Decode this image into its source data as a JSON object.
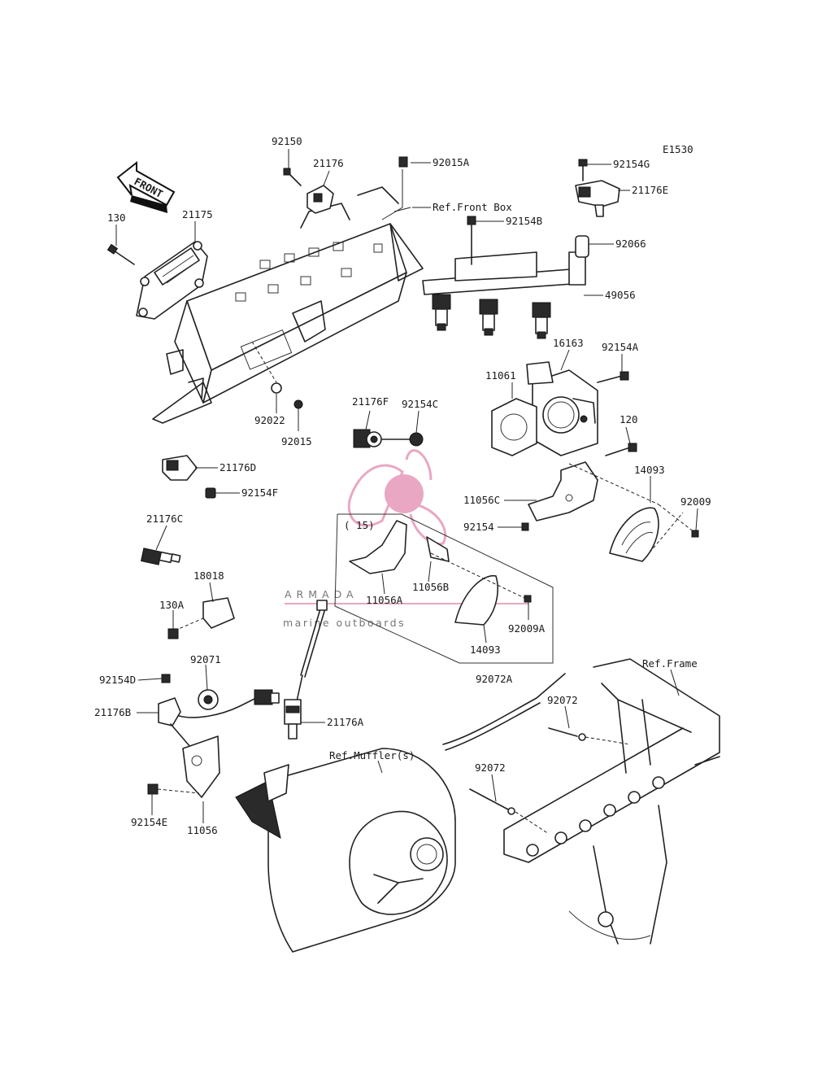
{
  "diagram_code": "E1530",
  "front_arrow_label": "FRONT",
  "watermark": {
    "brand": "ARMADA",
    "tagline": "marine outboards",
    "color": "#e8a3c0"
  },
  "reference_labels": {
    "front_box": "Ref.Front Box",
    "frame": "Ref.Frame",
    "mufflers": "Ref.Muffler(s)"
  },
  "group_label": "( 15)",
  "part_labels": [
    "92150",
    "21176",
    "92015A",
    "92154G",
    "21176E",
    "130",
    "21175",
    "92154B",
    "92066",
    "49056",
    "16163",
    "92154A",
    "11061",
    "21176F",
    "92154C",
    "92022",
    "92015",
    "120",
    "21176D",
    "92154F",
    "14093",
    "11056C",
    "92009",
    "92154",
    "21176C",
    "11056A",
    "11056B",
    "18018",
    "130A",
    "92009A",
    "14093",
    "92071",
    "92072A",
    "92154D",
    "92072",
    "21176B",
    "21176A",
    "92072",
    "92154E",
    "11056"
  ]
}
